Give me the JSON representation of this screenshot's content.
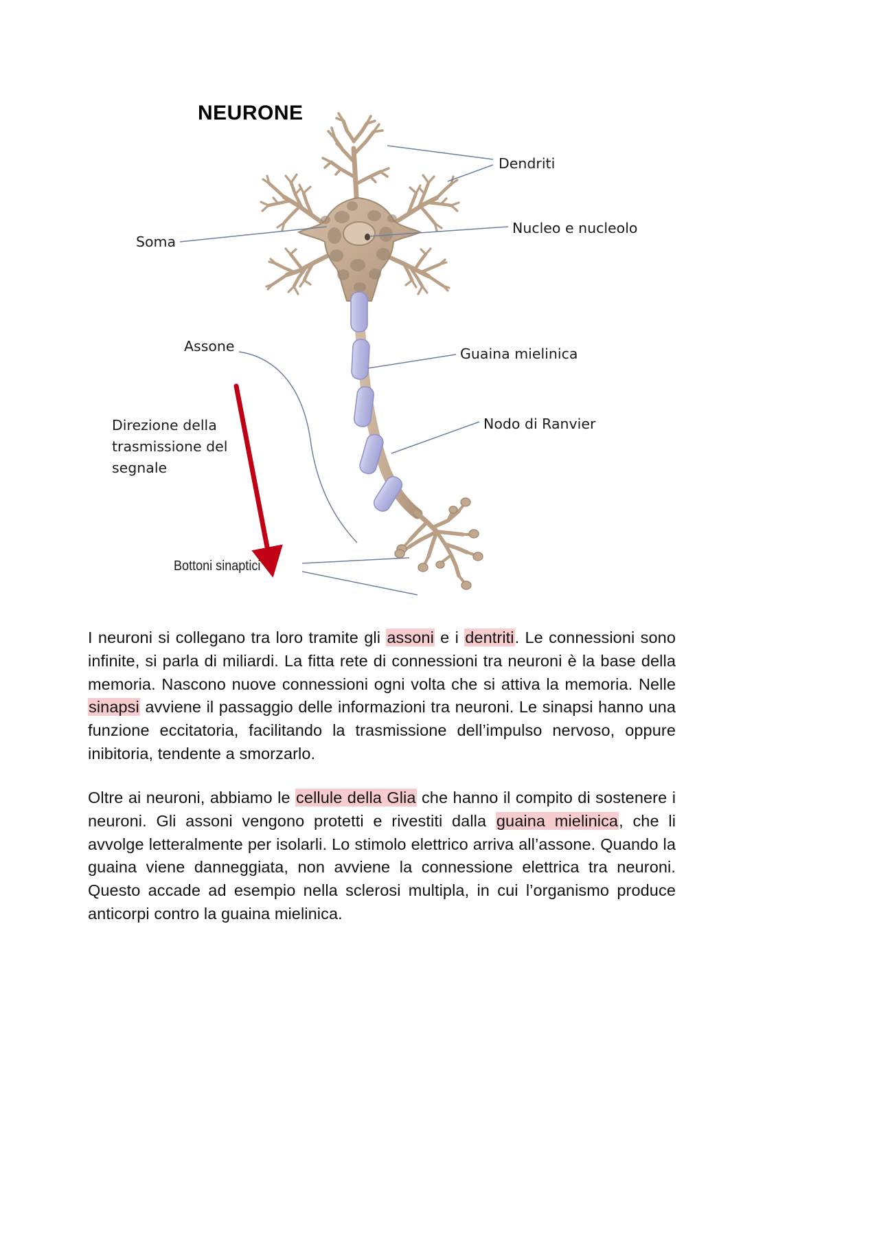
{
  "document": {
    "figure": {
      "title": "NEURONE",
      "labels": {
        "dendriti": "Dendriti",
        "nucleo": "Nucleo e nucleolo",
        "soma": "Soma",
        "assone": "Assone",
        "guaina": "Guaina mielinica",
        "nodo": "Nodo di Ranvier",
        "direzione_l1": "Direzione della",
        "direzione_l2": "trasmissione del",
        "direzione_l3": "segnale",
        "bottoni": "Bottoni sinaptici"
      },
      "colors": {
        "cell_body": "#c2a88f",
        "cell_body_dark": "#8f7a64",
        "myelin": "#bcbde4",
        "myelin_stroke": "#9092c9",
        "leader_line": "#6d7f9c",
        "arrow": "#c00014",
        "title_text": "#000000"
      }
    },
    "paragraphs": [
      {
        "id": "p1",
        "runs": [
          {
            "text": "I neuroni si collegano tra loro tramite gli ",
            "highlight": false
          },
          {
            "text": "assoni",
            "highlight": true
          },
          {
            "text": " e i ",
            "highlight": false
          },
          {
            "text": "dentriti",
            "highlight": true
          },
          {
            "text": ". Le connessioni sono infinite, si parla di miliardi. La fitta rete di connessioni tra neuroni è la base della memoria. Nascono nuove connessioni ogni volta che si attiva la memoria. Nelle ",
            "highlight": false
          },
          {
            "text": "sinapsi",
            "highlight": true
          },
          {
            "text": " avviene il passaggio delle informazioni tra neuroni. Le sinapsi hanno una funzione eccitatoria, facilitando la trasmissione dell’impulso nervoso, oppure inibitoria, tendente a smorzarlo.",
            "highlight": false
          }
        ]
      },
      {
        "id": "p2",
        "runs": [
          {
            "text": "Oltre ai neuroni, abbiamo le ",
            "highlight": false
          },
          {
            "text": "cellule della Glia",
            "highlight": true
          },
          {
            "text": " che hanno il compito di sostenere i neuroni. Gli assoni vengono protetti e rivestiti dalla ",
            "highlight": false
          },
          {
            "text": "guaina mielinica",
            "highlight": true
          },
          {
            "text": ", che li avvolge letteralmente per isolarli. Lo stimolo elettrico arriva all’assone. Quando la guaina viene danneggiata, non avviene la connessione elettrica tra neuroni. Questo accade ad esempio nella sclerosi multipla,  in cui l’organismo produce anticorpi contro la guaina mielinica.",
            "highlight": false
          }
        ]
      }
    ],
    "highlight_color": "#f6ccce"
  }
}
